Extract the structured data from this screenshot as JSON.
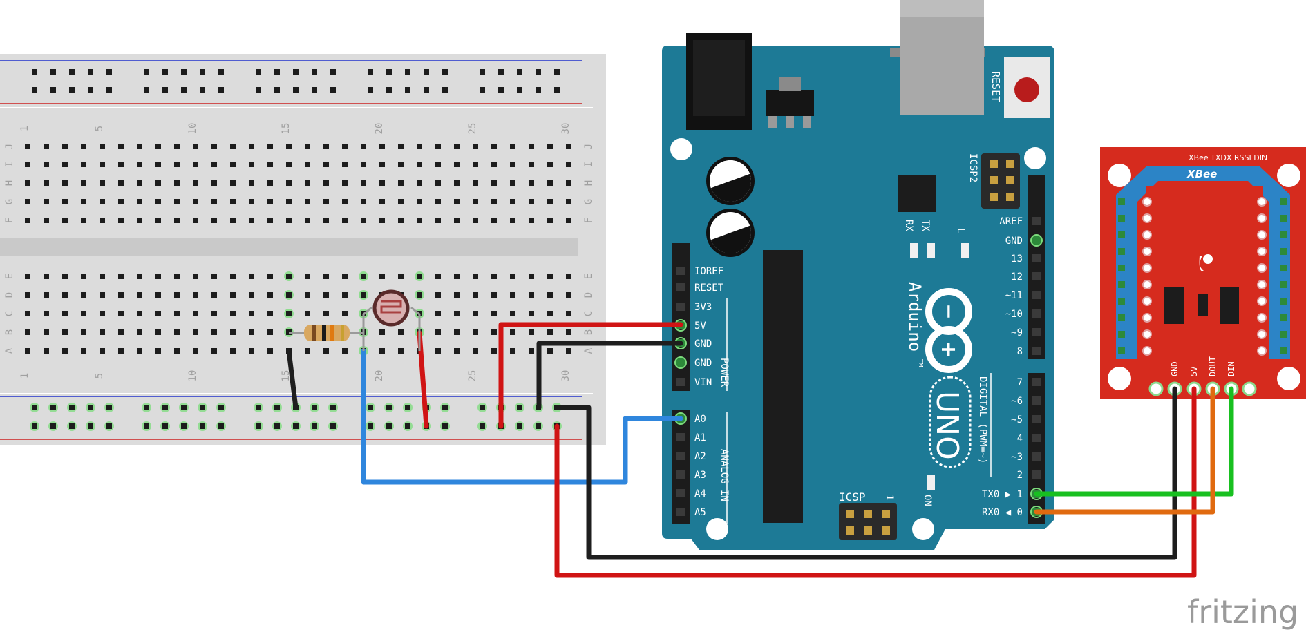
{
  "colors": {
    "board": "#1d7a96",
    "board_dark": "#15627a",
    "breadboard": "#dcdcdc",
    "xbee_board": "#d62b1e",
    "wire_red": "#d01414",
    "wire_black": "#1e1e1e",
    "wire_blue": "#2f86dd",
    "wire_green": "#18c020",
    "wire_orange": "#e06a10",
    "rail_blue": "#2233cc",
    "rail_red": "#cc2222"
  },
  "breadboard": {
    "column_numbers": [
      "1",
      "5",
      "10",
      "15",
      "20",
      "25",
      "30"
    ],
    "row_letters_top": [
      "J",
      "I",
      "H",
      "G",
      "F"
    ],
    "row_letters_bottom": [
      "E",
      "D",
      "C",
      "B",
      "A"
    ]
  },
  "arduino": {
    "brand": "Arduino",
    "model": "UNO",
    "tm": "TM",
    "reset_label": "RESET",
    "icsp2_label": "ICSP2",
    "icsp_label": "ICSP",
    "icsp_pin1": "1",
    "led_rx": "RX",
    "led_tx": "TX",
    "led_l": "L",
    "on_label": "ON",
    "power_label": "POWER",
    "analog_label": "ANALOG IN",
    "digital_label": "DIGITAL (PWM=~)",
    "power_pins": [
      "IOREF",
      "RESET",
      "3V3",
      "5V",
      "GND",
      "GND",
      "VIN"
    ],
    "analog_pins": [
      "A0",
      "A1",
      "A2",
      "A3",
      "A4",
      "A5"
    ],
    "digital_high": [
      "AREF",
      "GND",
      "13",
      "12",
      "~11",
      "~10",
      "~9",
      "8"
    ],
    "digital_low": [
      "7",
      "~6",
      "~5",
      "4",
      "~3",
      "2",
      "TX0 ▶ 1",
      "RX0 ◀ 0"
    ]
  },
  "xbee": {
    "logo": "XBee",
    "top_labels": "XBee TXDX RSSI DIN",
    "pins": [
      "GND",
      "5V",
      "DOUT",
      "DIN"
    ]
  },
  "watermark": "fritzing"
}
